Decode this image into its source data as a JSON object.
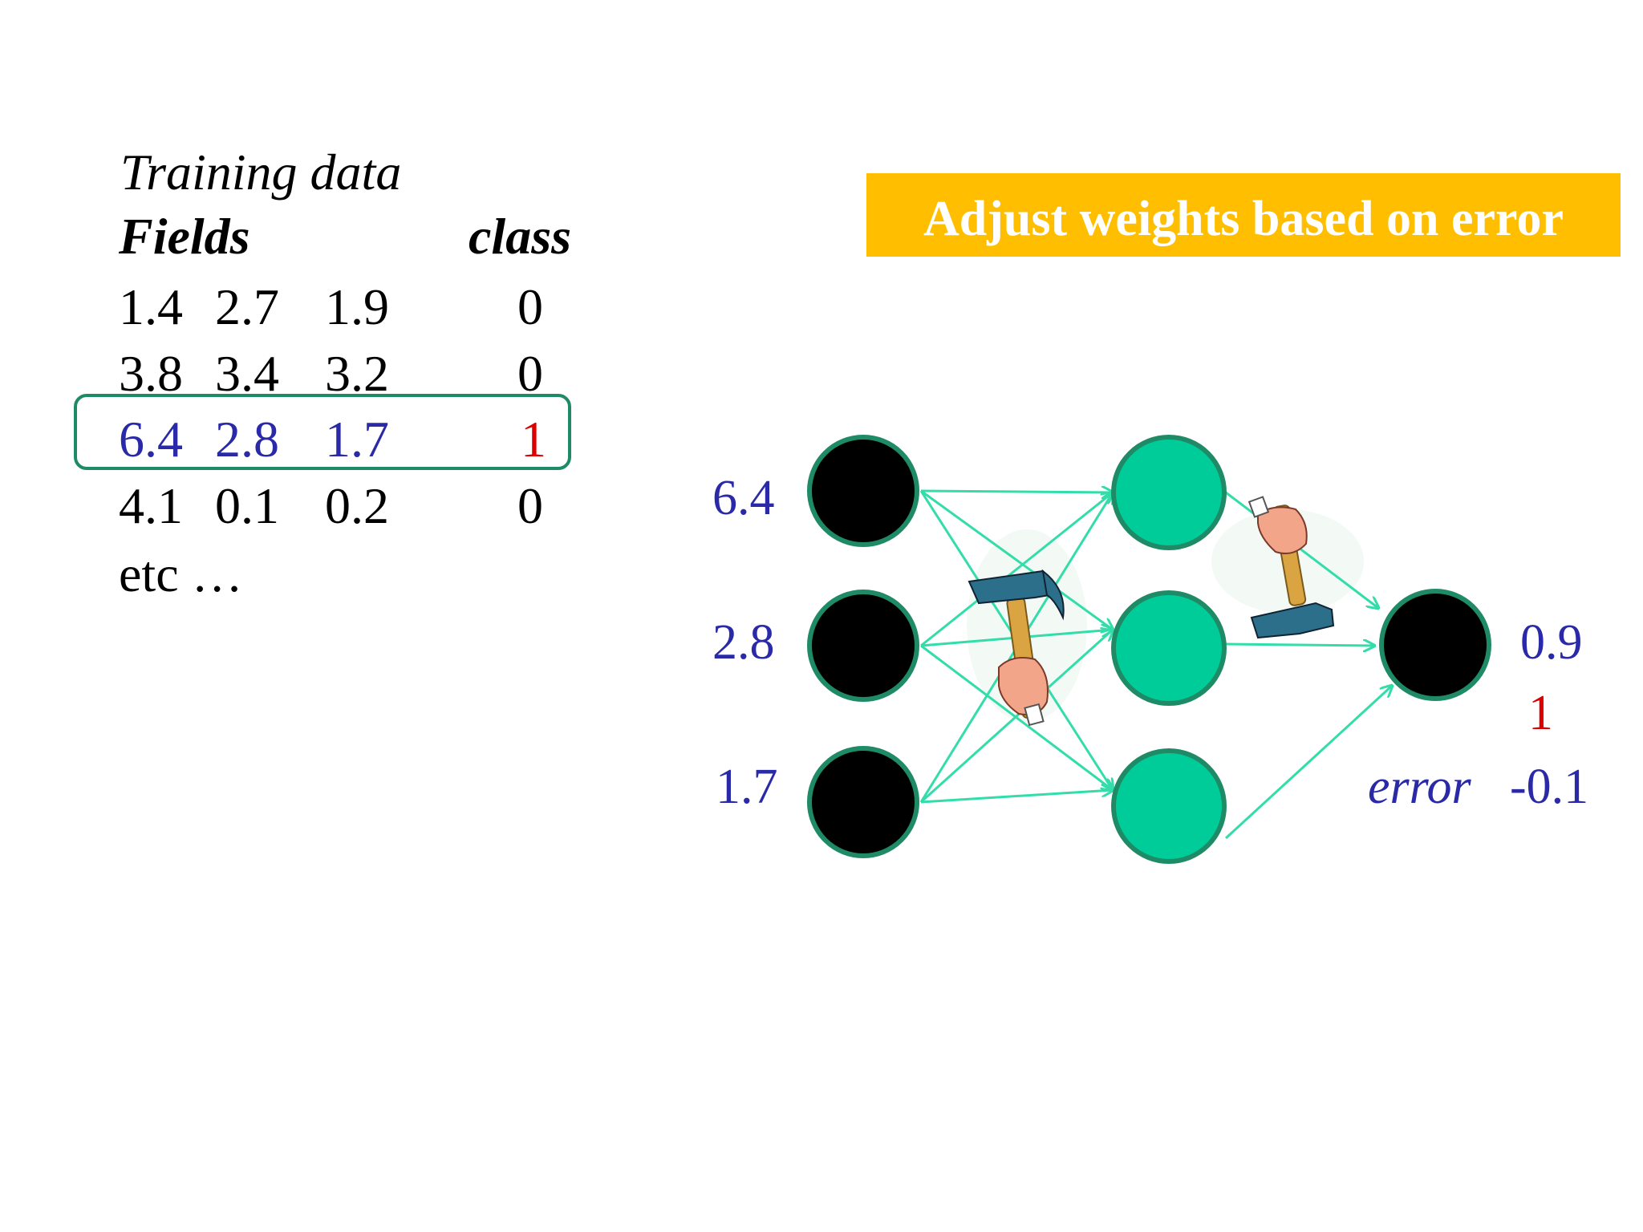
{
  "training": {
    "title": "Training data",
    "fields_header": "Fields",
    "class_header": "class",
    "rows": [
      {
        "f1": "1.4",
        "f2": "2.7",
        "f3": "1.9",
        "cls": "0"
      },
      {
        "f1": "3.8",
        "f2": "3.4",
        "f3": "3.2",
        "cls": "0"
      },
      {
        "f1": "6.4",
        "f2": "2.8",
        "f3": "1.7",
        "cls": "1"
      },
      {
        "f1": "4.1",
        "f2": "0.1",
        "f3": "0.2",
        "cls": "0"
      }
    ],
    "etc": "etc …"
  },
  "banner": {
    "text": "Adjust weights based on error"
  },
  "network": {
    "inputs": [
      "6.4",
      "2.8",
      "1.7"
    ],
    "output_value": "0.9",
    "target": "1",
    "error_label": "error",
    "error_value": "-0.1"
  },
  "colors": {
    "highlight_text": "#2a2aa8",
    "target_red": "#dd0000",
    "hidden_node": "#00cc99",
    "node_border": "#1e8a66",
    "banner": "#ffbf00",
    "edge": "#33ddaa"
  }
}
